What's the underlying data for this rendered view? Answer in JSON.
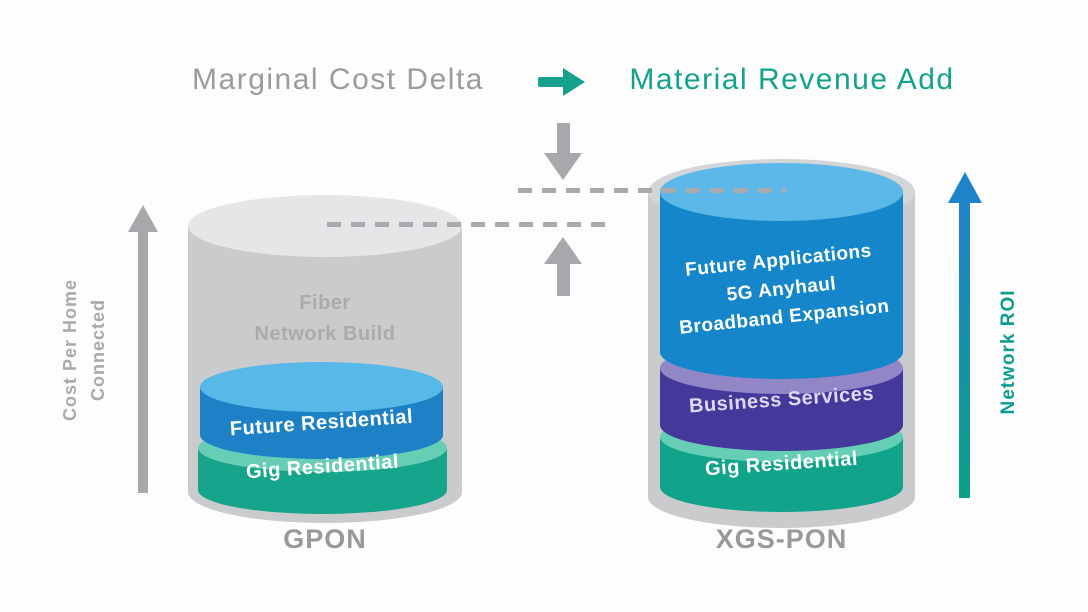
{
  "header": {
    "left_title": "Marginal Cost Delta",
    "right_title": "Material Revenue Add"
  },
  "left_axis": {
    "line1": "Cost Per Home",
    "line2": "Connected"
  },
  "right_axis": {
    "label": "Network ROI"
  },
  "gpon": {
    "label": "GPON",
    "build_line1": "Fiber",
    "build_line2": "Network Build",
    "future_residential": "Future Residential",
    "gig_residential": "Gig Residential"
  },
  "xgspon": {
    "label": "XGS-PON",
    "revenue_line1": "Future Applications",
    "revenue_line2": "5G Anyhaul",
    "revenue_line3": "Broadband Expansion",
    "business_services": "Business Services",
    "gig_residential": "Gig Residential"
  },
  "colors": {
    "title_gray": "#9b9b9b",
    "teal_accent": "#14a28c",
    "arrow_gray": "#a6a8ab",
    "cylinder_gray_body": "#c9cbcd",
    "cylinder_gray_top": "#e4e6e8",
    "blue_side": "#1b83c7",
    "blue_top": "#58b9e9",
    "purple_side": "#44399b",
    "purple_top": "#9187c7",
    "teal_side": "#13a48c",
    "teal_top": "#67ceb6",
    "roi_arrow_top": "#2181ca",
    "roi_arrow_bottom": "#0ba187",
    "business_text": "#ded9f3",
    "label_gray": "#97999c"
  }
}
